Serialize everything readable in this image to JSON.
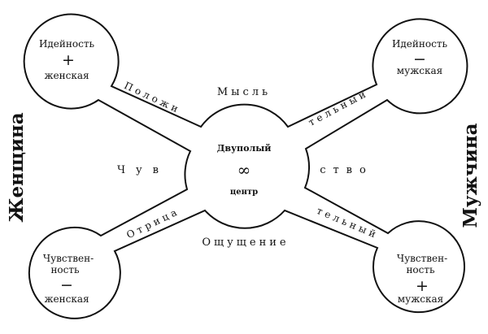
{
  "side_labels": {
    "left": "Женщина",
    "right": "Мужчина"
  },
  "center": {
    "top": "Двуполый",
    "symbol": "∞",
    "bottom": "центр"
  },
  "corners": {
    "top_left": {
      "line1": "Идейность",
      "sign": "+",
      "line2": "женская"
    },
    "top_right": {
      "line1": "Идейность",
      "sign": "−",
      "line2": "мужская"
    },
    "bottom_left": {
      "line1": "Чувствен-",
      "line2": "ность",
      "sign": "−",
      "line3": "женская"
    },
    "bottom_right": {
      "line1": "Чувствен-",
      "line2": "ность",
      "sign": "+",
      "line3": "мужская"
    }
  },
  "words": {
    "thought": "Мысль",
    "sensation": "Ощущение",
    "feel_left": "Чув",
    "feel_right": "ство",
    "positive_left": "Положи",
    "positive_right": "тельный",
    "negative_left": "Отрица",
    "negative_right": "тельный"
  }
}
